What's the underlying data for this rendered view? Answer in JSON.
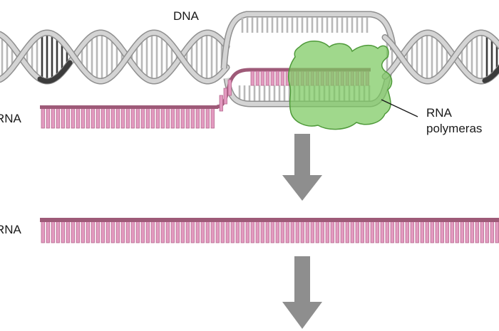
{
  "labels": {
    "dna": "DNA",
    "rna_top": "RNA",
    "polymerase_line1": "RNA",
    "polymerase_line2": "polymeras",
    "rna_middle": "RNA"
  },
  "colors": {
    "dna_backbone": "#d4d4d4",
    "dna_backbone_edge": "#8f8f8f",
    "dna_dark_segment": "#3c3c3c",
    "rna_backbone": "#9e5a78",
    "rna_teeth": "#e39ac0",
    "rna_teeth_edge": "#b5678c",
    "polymerase_fill": "#7cc95f",
    "polymerase_edge": "#4f9a3a",
    "arrow": "#8e8e8e",
    "text": "#1a1a1a"
  }
}
